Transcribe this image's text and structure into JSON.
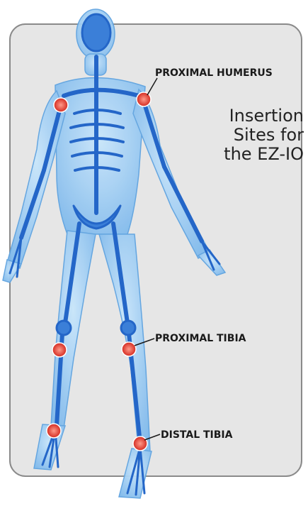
{
  "title": {
    "line1": "Insertion",
    "line2": "Sites for",
    "line3": "the EZ-IO"
  },
  "labels": {
    "proximal_humerus": "PROXIMAL HUMERUS",
    "proximal_tibia": "PROXIMAL TIBIA",
    "distal_tibia": "DISTAL TIBIA"
  },
  "colors": {
    "panel": "#e6e6e6",
    "panel_border": "#8a8a8a",
    "body_fill": "#9fd0f2",
    "skeleton": "#2466c8",
    "marker": "#e0392e",
    "leader": "#1a1a1a"
  }
}
